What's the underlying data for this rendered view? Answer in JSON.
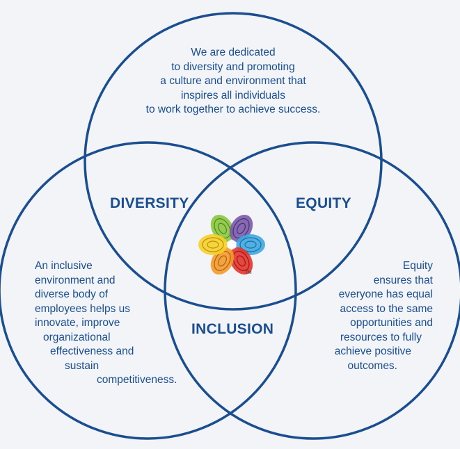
{
  "diagram": {
    "colors": {
      "circle_stroke": "#1a4e8f",
      "text": "#1a4e8f",
      "background": "#f2f4f7"
    },
    "top_text": [
      "We are dedicated",
      "to diversity and promoting",
      "a culture and environment that",
      "inspires all individuals",
      "to work together to achieve success."
    ],
    "labels": {
      "diversity": "DIVERSITY",
      "equity": "EQUITY",
      "inclusion": "INCLUSION"
    },
    "left_text": [
      "An inclusive",
      "environment and",
      "diverse body of",
      "employees helps us",
      "innovate, improve",
      "organizational",
      "effectiveness and",
      "sustain",
      "competitiveness."
    ],
    "right_text": [
      "Equity",
      "ensures that",
      "everyone has equal",
      "access to the same",
      "opportunities and",
      "resources to fully",
      "achieve positive",
      "outcomes."
    ],
    "logo": {
      "icon": "multicolor-fingerprint-flower-icon",
      "trademark": "TM"
    }
  }
}
